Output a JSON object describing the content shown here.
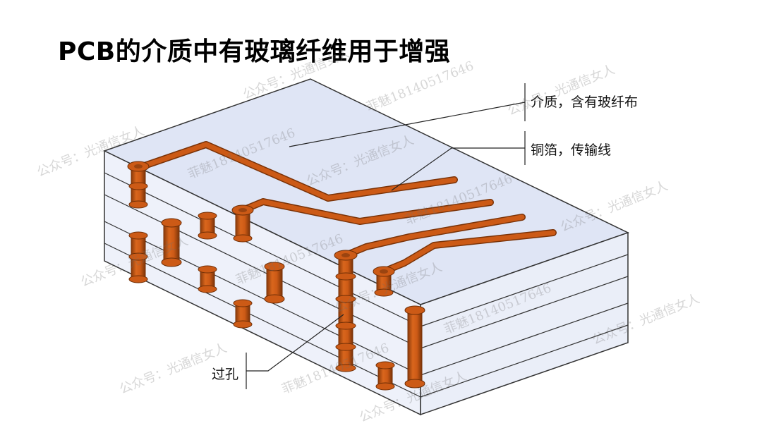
{
  "title": "PCB的介质中有玻璃纤维用于增强",
  "labels": {
    "dielectric": "介质，含有玻纤布",
    "copper_foil": "铜箔，传输线",
    "via": "过孔"
  },
  "watermarks": {
    "account": "公众号：光通信女人",
    "phone": "菲魅18140517646"
  },
  "colors": {
    "copper": "#cc5a16",
    "copper_dark": "#7a3308",
    "board_top": "#dfe5f5",
    "board_side": "#eef1fa",
    "outline": "#333333"
  }
}
